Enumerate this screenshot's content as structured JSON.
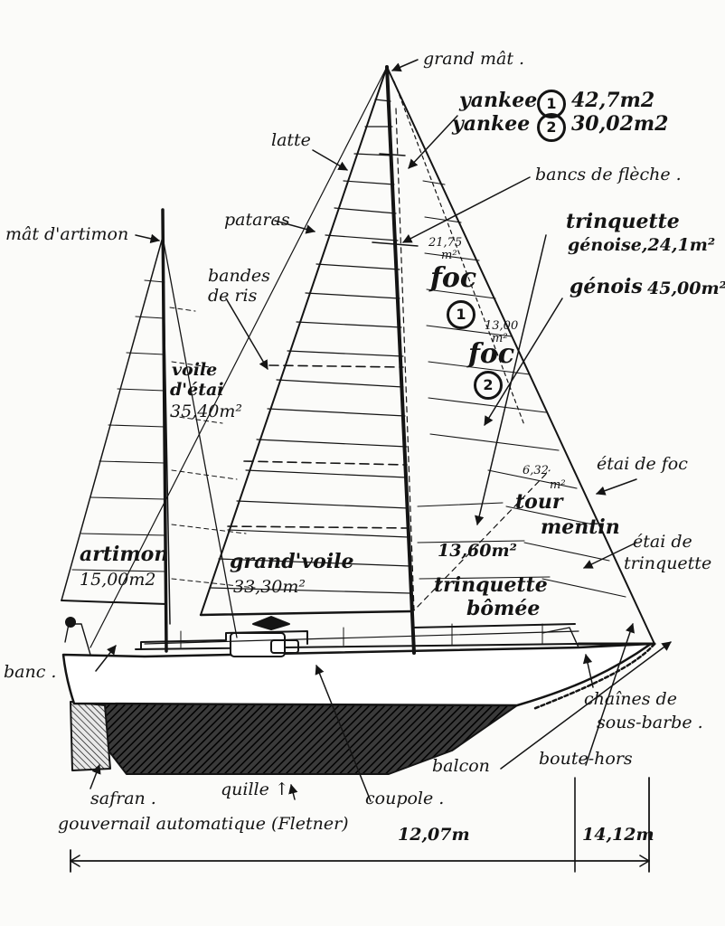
{
  "labels": {
    "grand_mat": "grand mât .",
    "yankee_1_word": "yankee",
    "yankee_1_num": "1",
    "yankee_1_area": "42,7m2",
    "yankee_2_word": "yankee",
    "yankee_2_num": "2",
    "yankee_2_area": "30,02m2",
    "latte": "latte",
    "bancs_de_fleche": "bancs de flèche .",
    "mat_artimon": "mât d'artimon",
    "pataras": "pataras",
    "trinquette_genoise": "trinquette",
    "genoise_area": "génoise,24,1m²",
    "genois": "génois",
    "genois_area": "45,00m²",
    "bandes_line1": "bandes",
    "bandes_line2": "de ris",
    "foc1_area_num": "21,75",
    "foc1_area_unit": "m²",
    "foc1_word": "foc",
    "foc1_num": "1",
    "foc2_area_num": "13,00",
    "foc2_area_unit": "m²",
    "foc2_word": "foc",
    "foc2_num": "2",
    "voile_line1": "voile",
    "voile_line2": "d'étai",
    "voile_area": "35,40m²",
    "etai_de_foc": "étai de foc",
    "tour_area_num": "6,32",
    "tour_area_unit": "m²",
    "tour_line1": "tour",
    "tour_line2": "mentin",
    "etai_trinq_line1": "étai de",
    "etai_trinq_line2": "trinquette",
    "artimon_word": "artimon",
    "artimon_area": "15,00m2",
    "grand_voile_word": "grand'voile",
    "grand_voile_area": "33,30m²",
    "trinq_bomee_area": "13,60m²",
    "trinq_bomee_line1": "trinquette",
    "trinq_bomee_line2": "bômée",
    "banc": "banc .",
    "chaines_line1": "chaînes de",
    "chaines_line2": "sous-barbe .",
    "balcon": "balcon",
    "boute_hors": "boute-hors",
    "safran": "safran .",
    "quille": "quille ↑",
    "coupole": "coupole .",
    "gouvernail": "gouvernail automatique (Fletner)",
    "dim_hull": "12,07m",
    "dim_bowsprit": "14,12m"
  },
  "colors": {
    "ink": "#141414",
    "paper": "#fbfbf9"
  }
}
